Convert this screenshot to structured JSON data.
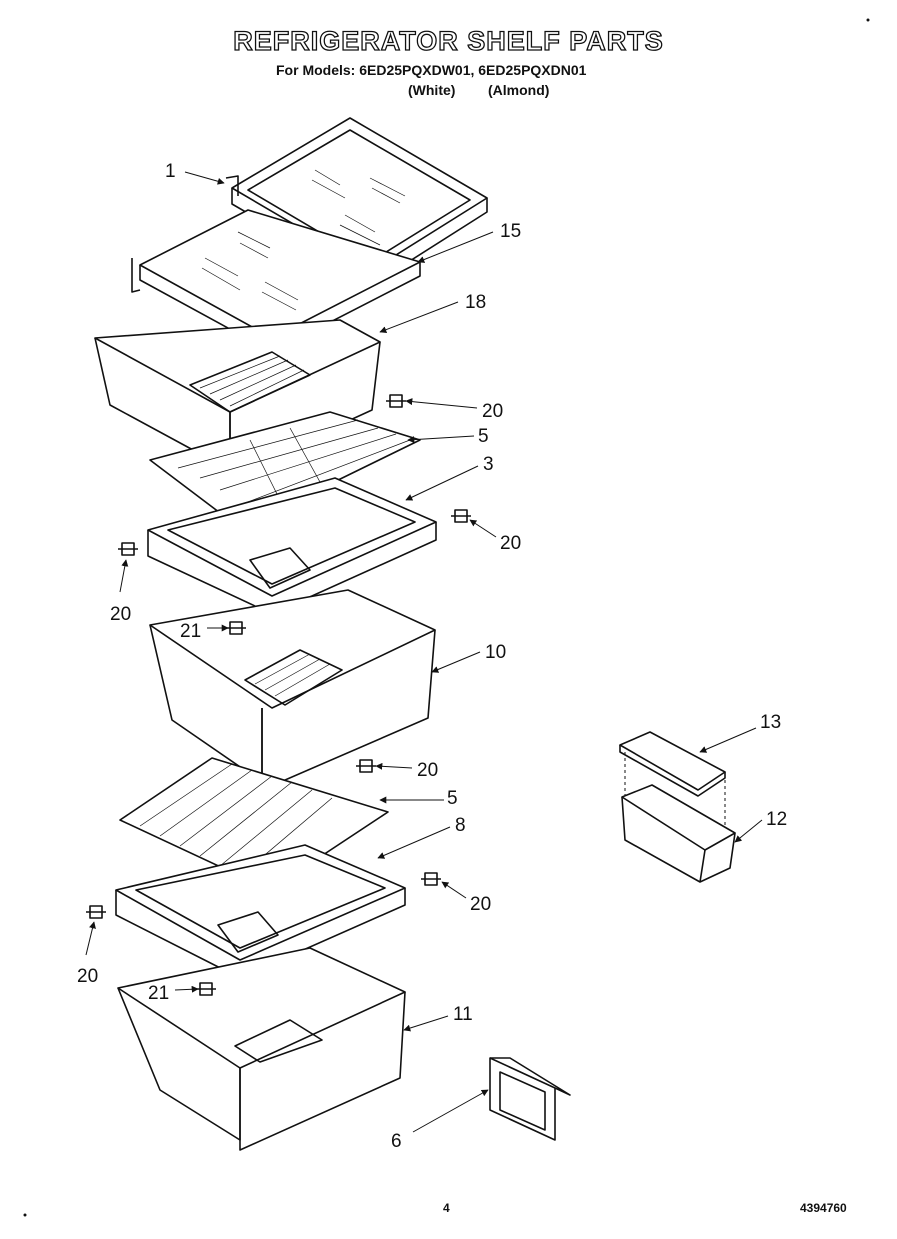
{
  "header": {
    "title": "REFRIGERATOR SHELF PARTS",
    "models_line": "For Models: 6ED25PQXDW01, 6ED25PQXDN01",
    "variant_white": "(White)",
    "variant_almond": "(Almond)"
  },
  "callouts": {
    "shelf_glass_top": "1",
    "shelf_frame": "15",
    "pan_upper": "18",
    "shelf_glass_mid": "5",
    "cover_frame_upper": "3",
    "pan_middle": "10",
    "shelf_glass_lower": "5",
    "cover_frame_lower": "8",
    "pan_lower": "11",
    "cover_small": "13",
    "bin_small": "12",
    "label_holder": "6",
    "roller_1": "20",
    "roller_2": "20",
    "roller_3": "20",
    "roller_4": "20",
    "roller_5": "20",
    "roller_6": "20",
    "screw_1": "21",
    "screw_2": "21"
  },
  "footer": {
    "page_number": "4",
    "doc_number": "4394760"
  }
}
